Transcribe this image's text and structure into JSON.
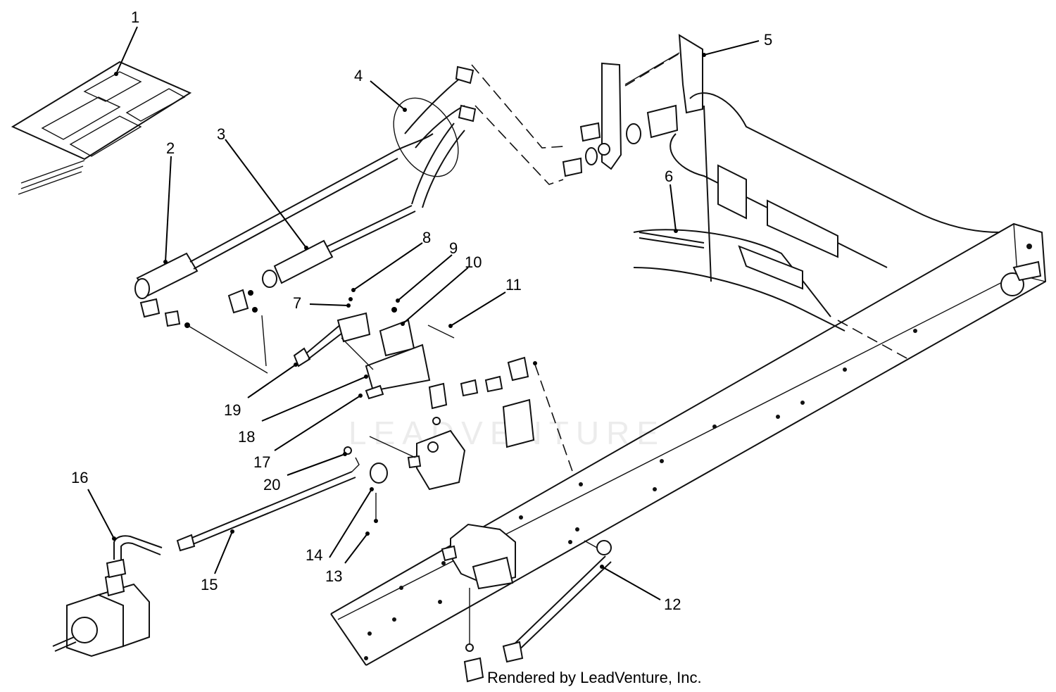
{
  "diagram": {
    "callouts": [
      {
        "id": "1",
        "label": "1"
      },
      {
        "id": "2",
        "label": "2"
      },
      {
        "id": "3",
        "label": "3"
      },
      {
        "id": "4",
        "label": "4"
      },
      {
        "id": "5",
        "label": "5"
      },
      {
        "id": "6",
        "label": "6"
      },
      {
        "id": "7",
        "label": "7"
      },
      {
        "id": "8",
        "label": "8"
      },
      {
        "id": "9",
        "label": "9"
      },
      {
        "id": "10",
        "label": "10"
      },
      {
        "id": "11",
        "label": "11"
      },
      {
        "id": "12",
        "label": "12"
      },
      {
        "id": "13",
        "label": "13"
      },
      {
        "id": "14",
        "label": "14"
      },
      {
        "id": "15",
        "label": "15"
      },
      {
        "id": "16",
        "label": "16"
      },
      {
        "id": "17",
        "label": "17"
      },
      {
        "id": "18",
        "label": "18"
      },
      {
        "id": "19",
        "label": "19"
      },
      {
        "id": "20",
        "label": "20"
      }
    ],
    "watermark": "LEADVENTURE",
    "credit": "Rendered by LeadVenture, Inc."
  }
}
